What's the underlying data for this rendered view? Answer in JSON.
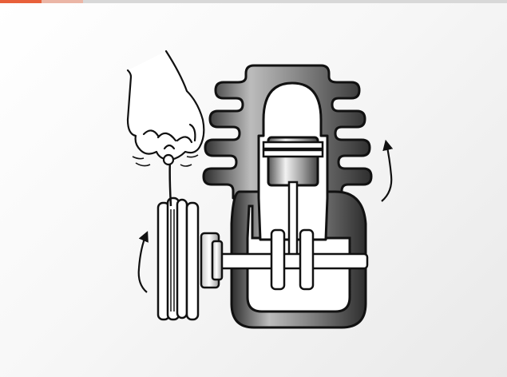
{
  "accent_color": "#e8603a",
  "accent_light_color": "#ebb6a6",
  "outline_color": "#111111",
  "diagram": {
    "title": "",
    "components": [
      "hand-icon",
      "pull-cord",
      "pulley",
      "crankcase",
      "cooling-fins",
      "cylinder",
      "piston",
      "connecting-rod",
      "crankshaft",
      "rotation-arrow-left",
      "rotation-arrow-right"
    ]
  }
}
